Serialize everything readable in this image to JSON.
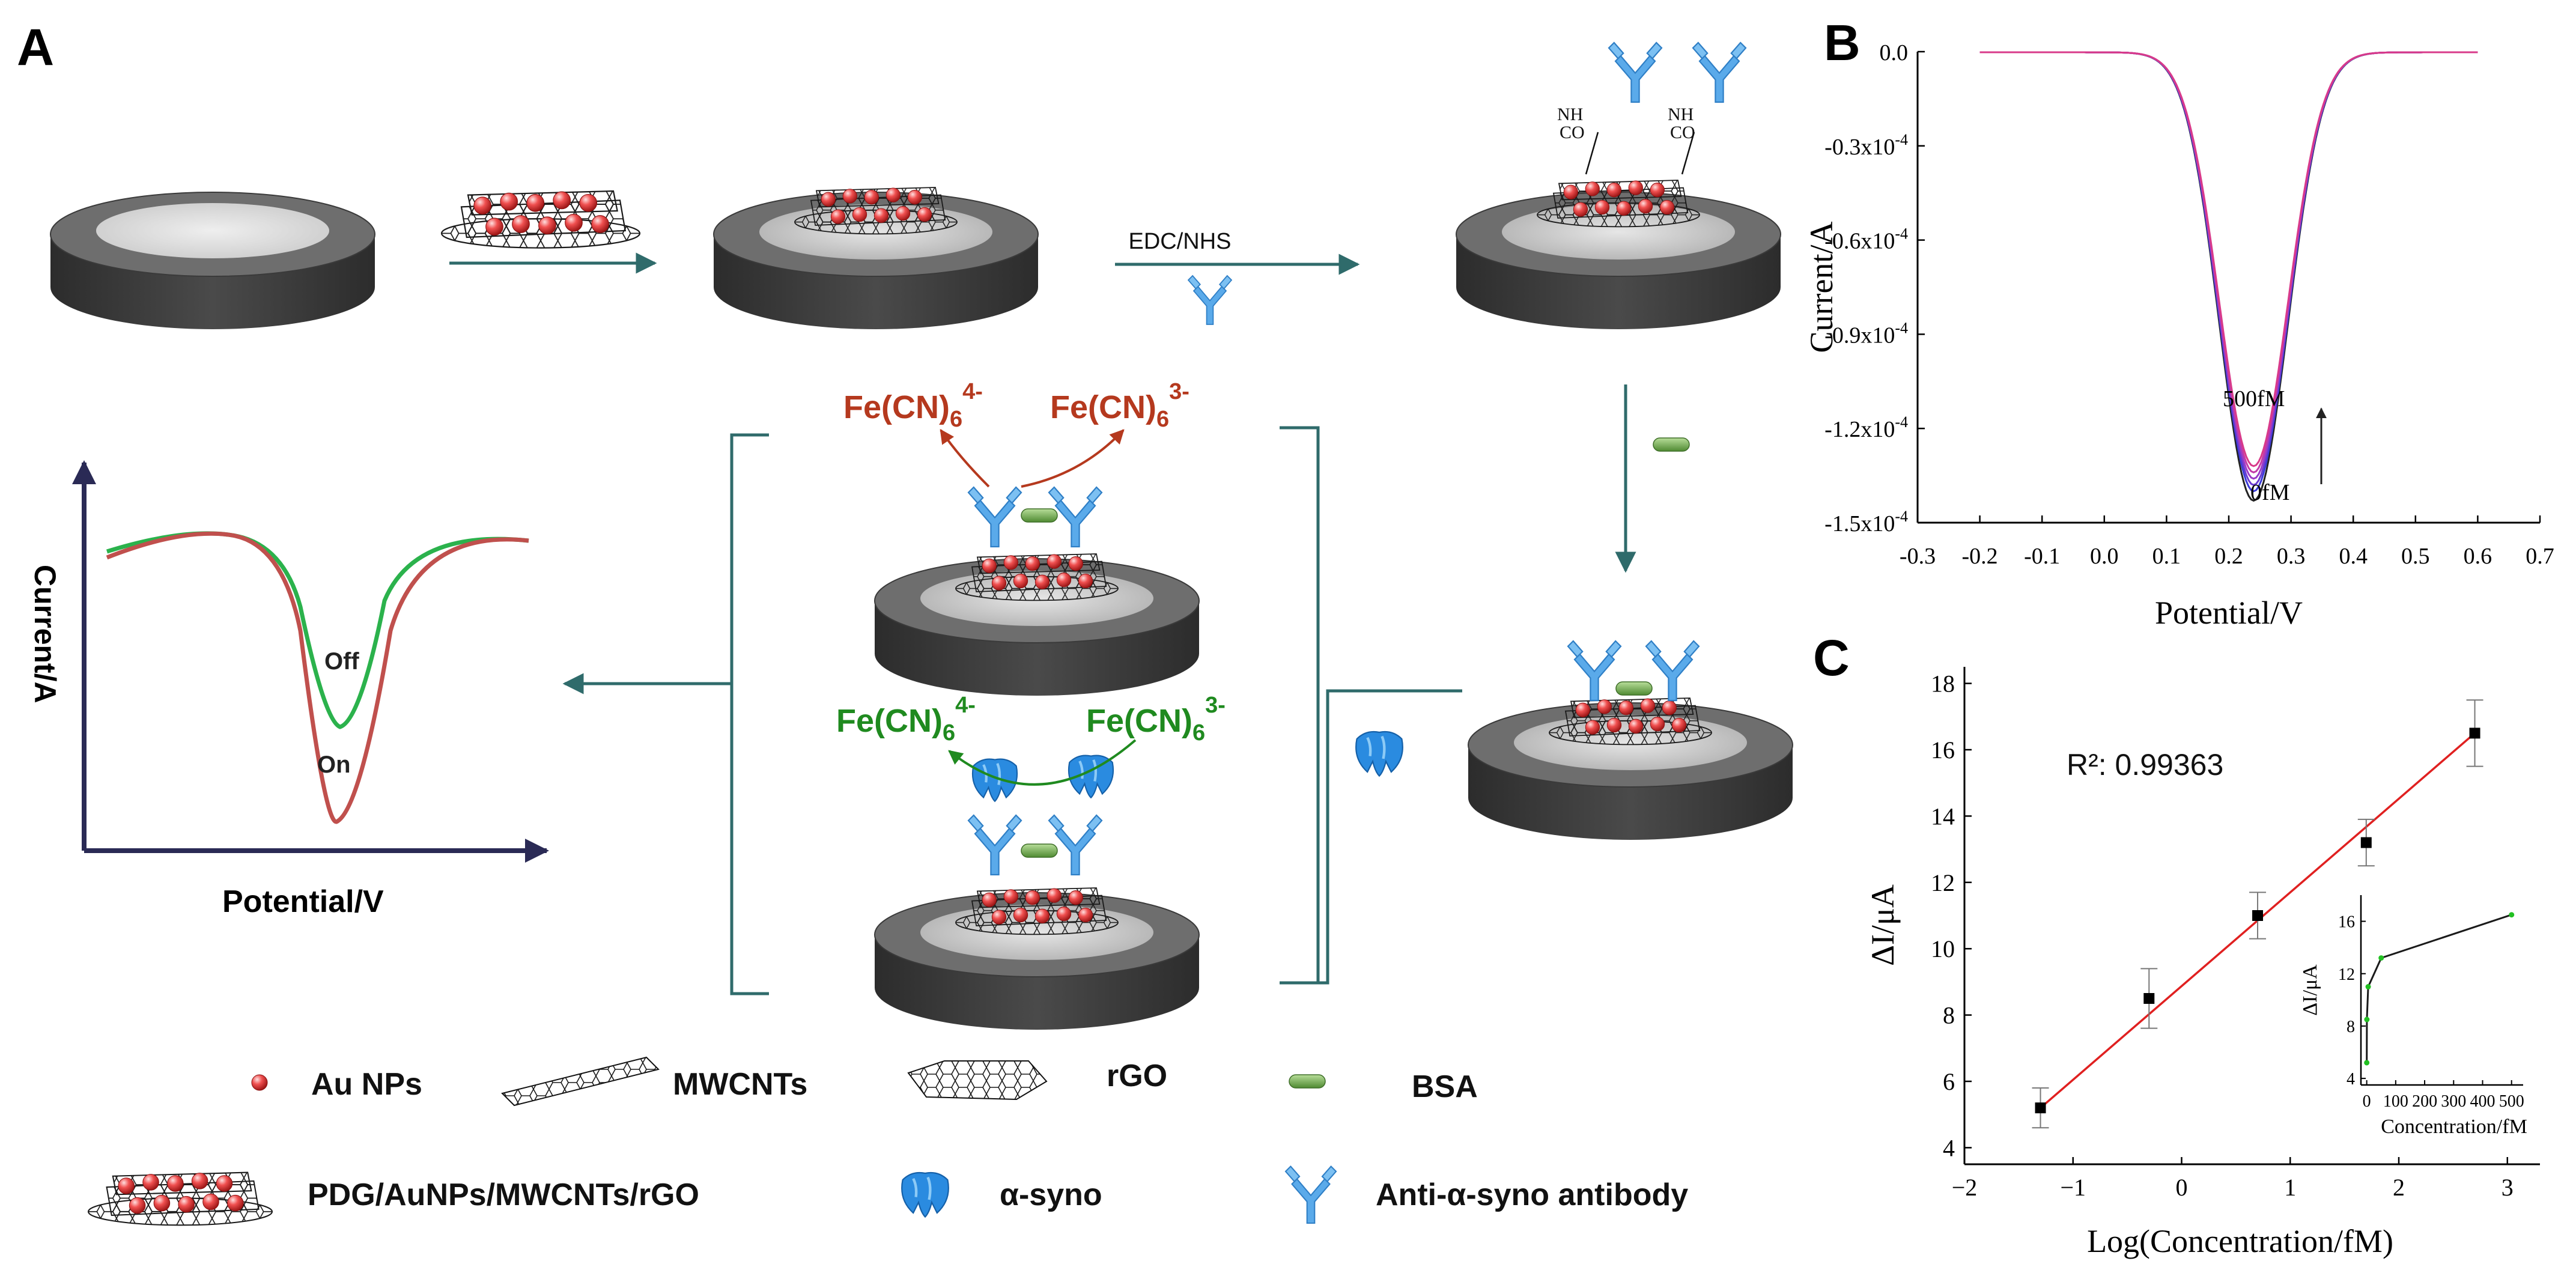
{
  "panels": {
    "a": "A",
    "b": "B",
    "c": "C"
  },
  "scheme": {
    "edc_label": "EDC/NHS",
    "nh": "NH",
    "co": "CO",
    "fe_red_left": {
      "base": "Fe(CN)",
      "sub": "6",
      "sup": "4-"
    },
    "fe_red_right": {
      "base": "Fe(CN)",
      "sub": "6",
      "sup": "3-"
    },
    "fe_green_left": {
      "base": "Fe(CN)",
      "sub": "6",
      "sup": "4-"
    },
    "fe_green_right": {
      "base": "Fe(CN)",
      "sub": "6",
      "sup": "3-"
    },
    "mini_ylabel": "Current/A",
    "mini_xlabel": "Potential/V",
    "off_label": "Off",
    "on_label": "On",
    "colors": {
      "red_text": "#b5391e",
      "green_text": "#1f8a1f",
      "arrow": "#2f6b6b",
      "antibody": "#58a8e8",
      "bsa": "#7ab05a"
    }
  },
  "legend": {
    "au": "Au NPs",
    "mwcnt": "MWCNTs",
    "rgo": "rGO",
    "bsa": "BSA",
    "composite": "PDG/AuNPs/MWCNTs/rGO",
    "syno": "α-syno",
    "antibody": "Anti-α-syno antibody"
  },
  "chart_data": [
    {
      "type": "line",
      "xlabel": "Potential/V",
      "ylabel": "Current/A",
      "xlim": [
        -0.3,
        0.7
      ],
      "ylim": [
        -0.00015,
        0.0
      ],
      "xticks": [
        "-0.3",
        "-0.2",
        "-0.1",
        "0.0",
        "0.1",
        "0.2",
        "0.3",
        "0.4",
        "0.5",
        "0.6",
        "0.7"
      ],
      "yticks": [
        "0.0",
        "-0.3x10",
        "-0.6x10",
        "-0.9x10",
        "-1.2x10",
        "-1.5x10"
      ],
      "ytick_exp": "-4",
      "annotation_top": "500fM",
      "annotation_bottom": "0fM",
      "series": [
        {
          "peak_potential": 0.24,
          "peak_current": -0.000143,
          "color": "#222222"
        },
        {
          "peak_potential": 0.24,
          "peak_current": -0.00014,
          "color": "#3a3ad8"
        },
        {
          "peak_potential": 0.24,
          "peak_current": -0.000138,
          "color": "#6a3ad0"
        },
        {
          "peak_potential": 0.24,
          "peak_current": -0.000136,
          "color": "#9b3ac8"
        },
        {
          "peak_potential": 0.24,
          "peak_current": -0.000134,
          "color": "#c23aa8"
        },
        {
          "peak_potential": 0.24,
          "peak_current": -0.000132,
          "color": "#d83a8a"
        }
      ],
      "baseline_current": -2e-07,
      "x_range_curves": [
        -0.2,
        0.6
      ]
    },
    {
      "type": "scatter",
      "xlabel": "Log(Concentration/fM)",
      "ylabel": "ΔI/μA",
      "xlim": [
        -2,
        3.3
      ],
      "ylim": [
        3.5,
        18.5
      ],
      "xticks": [
        -2,
        -1,
        0,
        1,
        2,
        3
      ],
      "yticks": [
        4,
        6,
        8,
        10,
        12,
        14,
        16,
        18
      ],
      "annotation": "R²: 0.99363",
      "points": [
        {
          "x": -1.3,
          "y": 5.2,
          "err": 0.6
        },
        {
          "x": -0.3,
          "y": 8.5,
          "err": 0.9
        },
        {
          "x": 0.7,
          "y": 11.0,
          "err": 0.7
        },
        {
          "x": 1.7,
          "y": 13.2,
          "err": 0.7
        },
        {
          "x": 2.7,
          "y": 16.5,
          "err": 1.0
        }
      ],
      "fit": {
        "x0": -1.3,
        "y0": 5.2,
        "x1": 2.7,
        "y1": 16.5,
        "color": "#e02020"
      }
    },
    {
      "type": "line",
      "xlabel": "Concentration/fM",
      "ylabel": "ΔI/μA",
      "xlim": [
        -20,
        540
      ],
      "ylim": [
        3.5,
        18
      ],
      "xticks": [
        0,
        100,
        200,
        300,
        400,
        500
      ],
      "yticks": [
        4,
        8,
        12,
        16
      ],
      "points": [
        {
          "x": 0.05,
          "y": 5.2
        },
        {
          "x": 0.5,
          "y": 8.5
        },
        {
          "x": 5,
          "y": 11.0
        },
        {
          "x": 50,
          "y": 13.2
        },
        {
          "x": 500,
          "y": 16.5
        }
      ]
    }
  ]
}
